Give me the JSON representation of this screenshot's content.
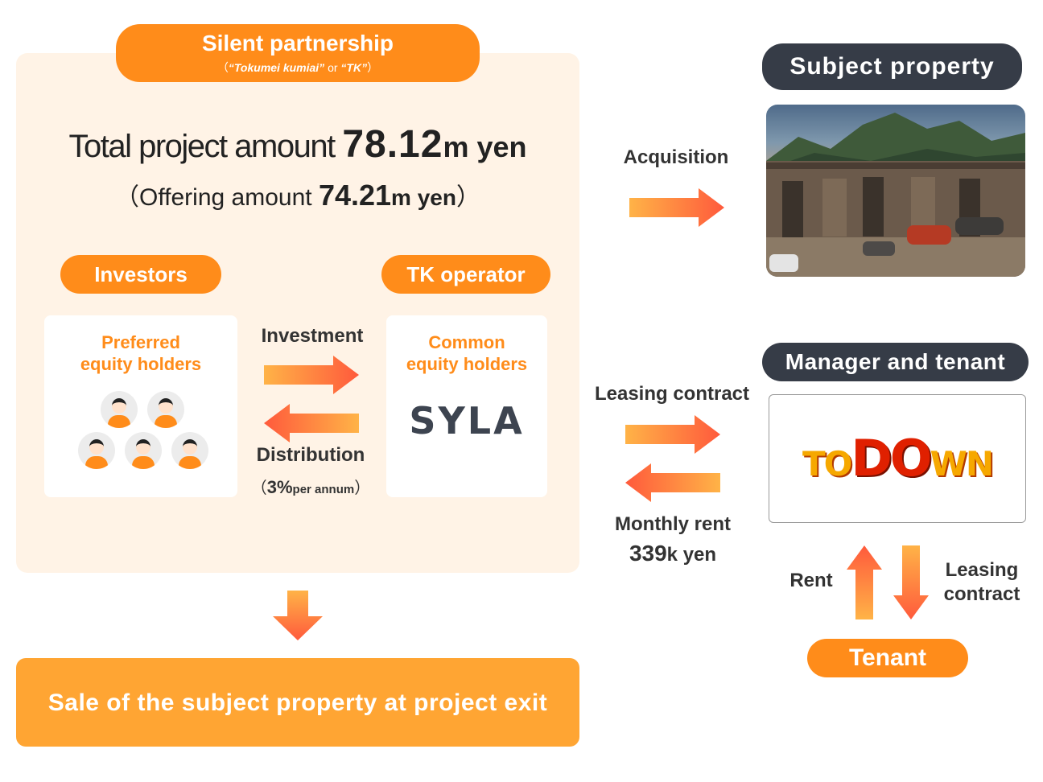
{
  "silent_partnership": {
    "title": "Silent partnership",
    "subtitle_open": "（",
    "subtitle_tk_name": "“Tokumei kumiai”",
    "subtitle_or": " or ",
    "subtitle_tk_abbr": "“TK”",
    "subtitle_close": "）"
  },
  "totals": {
    "total_label": "Total project amount ",
    "total_value": "78.12",
    "total_unit": "m yen",
    "offering_open": "（Offering amount ",
    "offering_value": "74.21",
    "offering_unit": "m yen",
    "offering_close": "）"
  },
  "investors": {
    "label": "Investors",
    "box_line1": "Preferred",
    "box_line2": "equity holders"
  },
  "operator": {
    "label": "TK operator",
    "box_line1": "Common",
    "box_line2": "equity holders",
    "logo_text": "SYLA"
  },
  "flows": {
    "investment": "Investment",
    "distribution": "Distribution",
    "distribution_rate_open": "（",
    "distribution_rate": "3%",
    "distribution_period": "per annum",
    "distribution_rate_close": "）",
    "acquisition": "Acquisition",
    "leasing_contract": "Leasing contract",
    "monthly_rent": "Monthly rent",
    "monthly_rent_value": "339",
    "monthly_rent_unit": "k yen",
    "rent": "Rent",
    "leasing_line1": "Leasing",
    "leasing_line2": "contract"
  },
  "subject_property": {
    "label": "Subject property"
  },
  "manager": {
    "label": "Manager and tenant",
    "logo_to": "TO",
    "logo_do": "DO",
    "logo_wn": "WN"
  },
  "tenant": {
    "label": "Tenant"
  },
  "exit": {
    "label": "Sale of the subject property at project exit"
  },
  "colors": {
    "accent_orange": "#ff8c1a",
    "panel_bg": "#fff3e6",
    "dark_pill": "#363c47",
    "arrow_start": "#ffb347",
    "arrow_end": "#ff5a3c"
  }
}
